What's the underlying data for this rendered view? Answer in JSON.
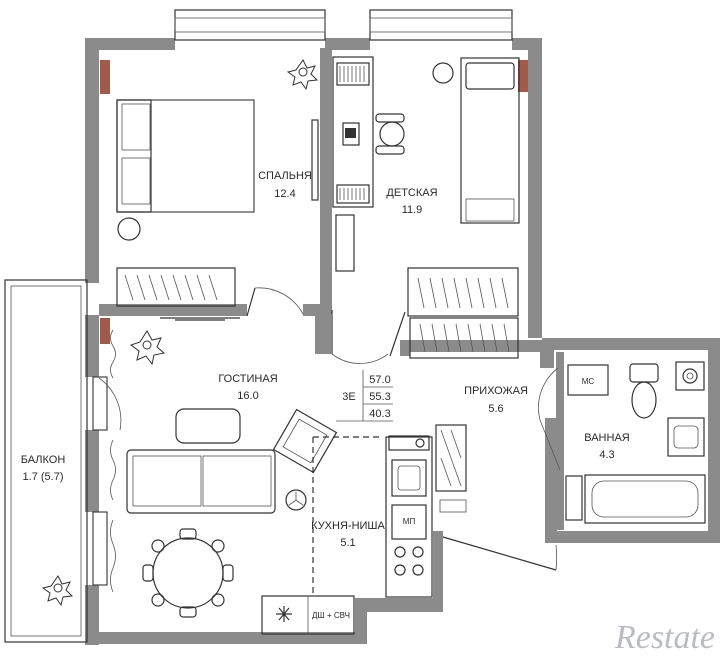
{
  "rooms": {
    "bedroom": {
      "name": "СПАЛЬНЯ",
      "area": "12.4"
    },
    "kids": {
      "name": "ДЕТСКАЯ",
      "area": "11.9"
    },
    "living": {
      "name": "ГОСТИНАЯ",
      "area": "16.0"
    },
    "hall": {
      "name": "ПРИХОЖАЯ",
      "area": "5.6"
    },
    "bath": {
      "name": "ВАННАЯ",
      "area": "4.3"
    },
    "kitchen": {
      "name": "КУХНЯ-НИША",
      "area": "5.1"
    },
    "balcony": {
      "name": "БАЛКОН",
      "area": "1.7 (5.7)"
    }
  },
  "summary": {
    "code": "3E",
    "total": "57.0",
    "living": "55.3",
    "net": "40.3"
  },
  "appliances": {
    "washer": "МС",
    "dishwasher": "МП",
    "built_in": "ДШ + СВЧ"
  },
  "watermark": "Restate",
  "colors": {
    "wall": "#8b8b8b",
    "line": "#333333",
    "background": "#ffffff"
  }
}
